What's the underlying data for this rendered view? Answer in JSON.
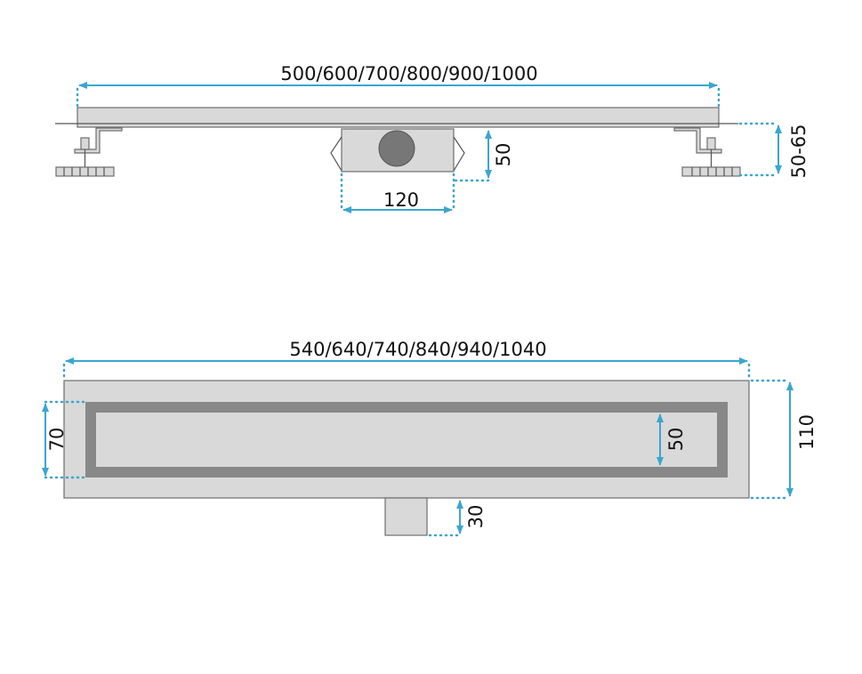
{
  "side_view": {
    "length_label": "500/600/700/800/900/1000",
    "outlet_height_label": "50",
    "outlet_width_label": "120",
    "adjustable_height_label": "50-65"
  },
  "top_view": {
    "length_label": "540/640/740/840/940/1040",
    "grate_width_label": "70",
    "inner_width_label": "50",
    "total_width_label": "110",
    "outlet_depth_label": "30"
  },
  "colors": {
    "dimension": "#3aa6cf",
    "part": "#d9d9d9",
    "frame": "#888888"
  }
}
